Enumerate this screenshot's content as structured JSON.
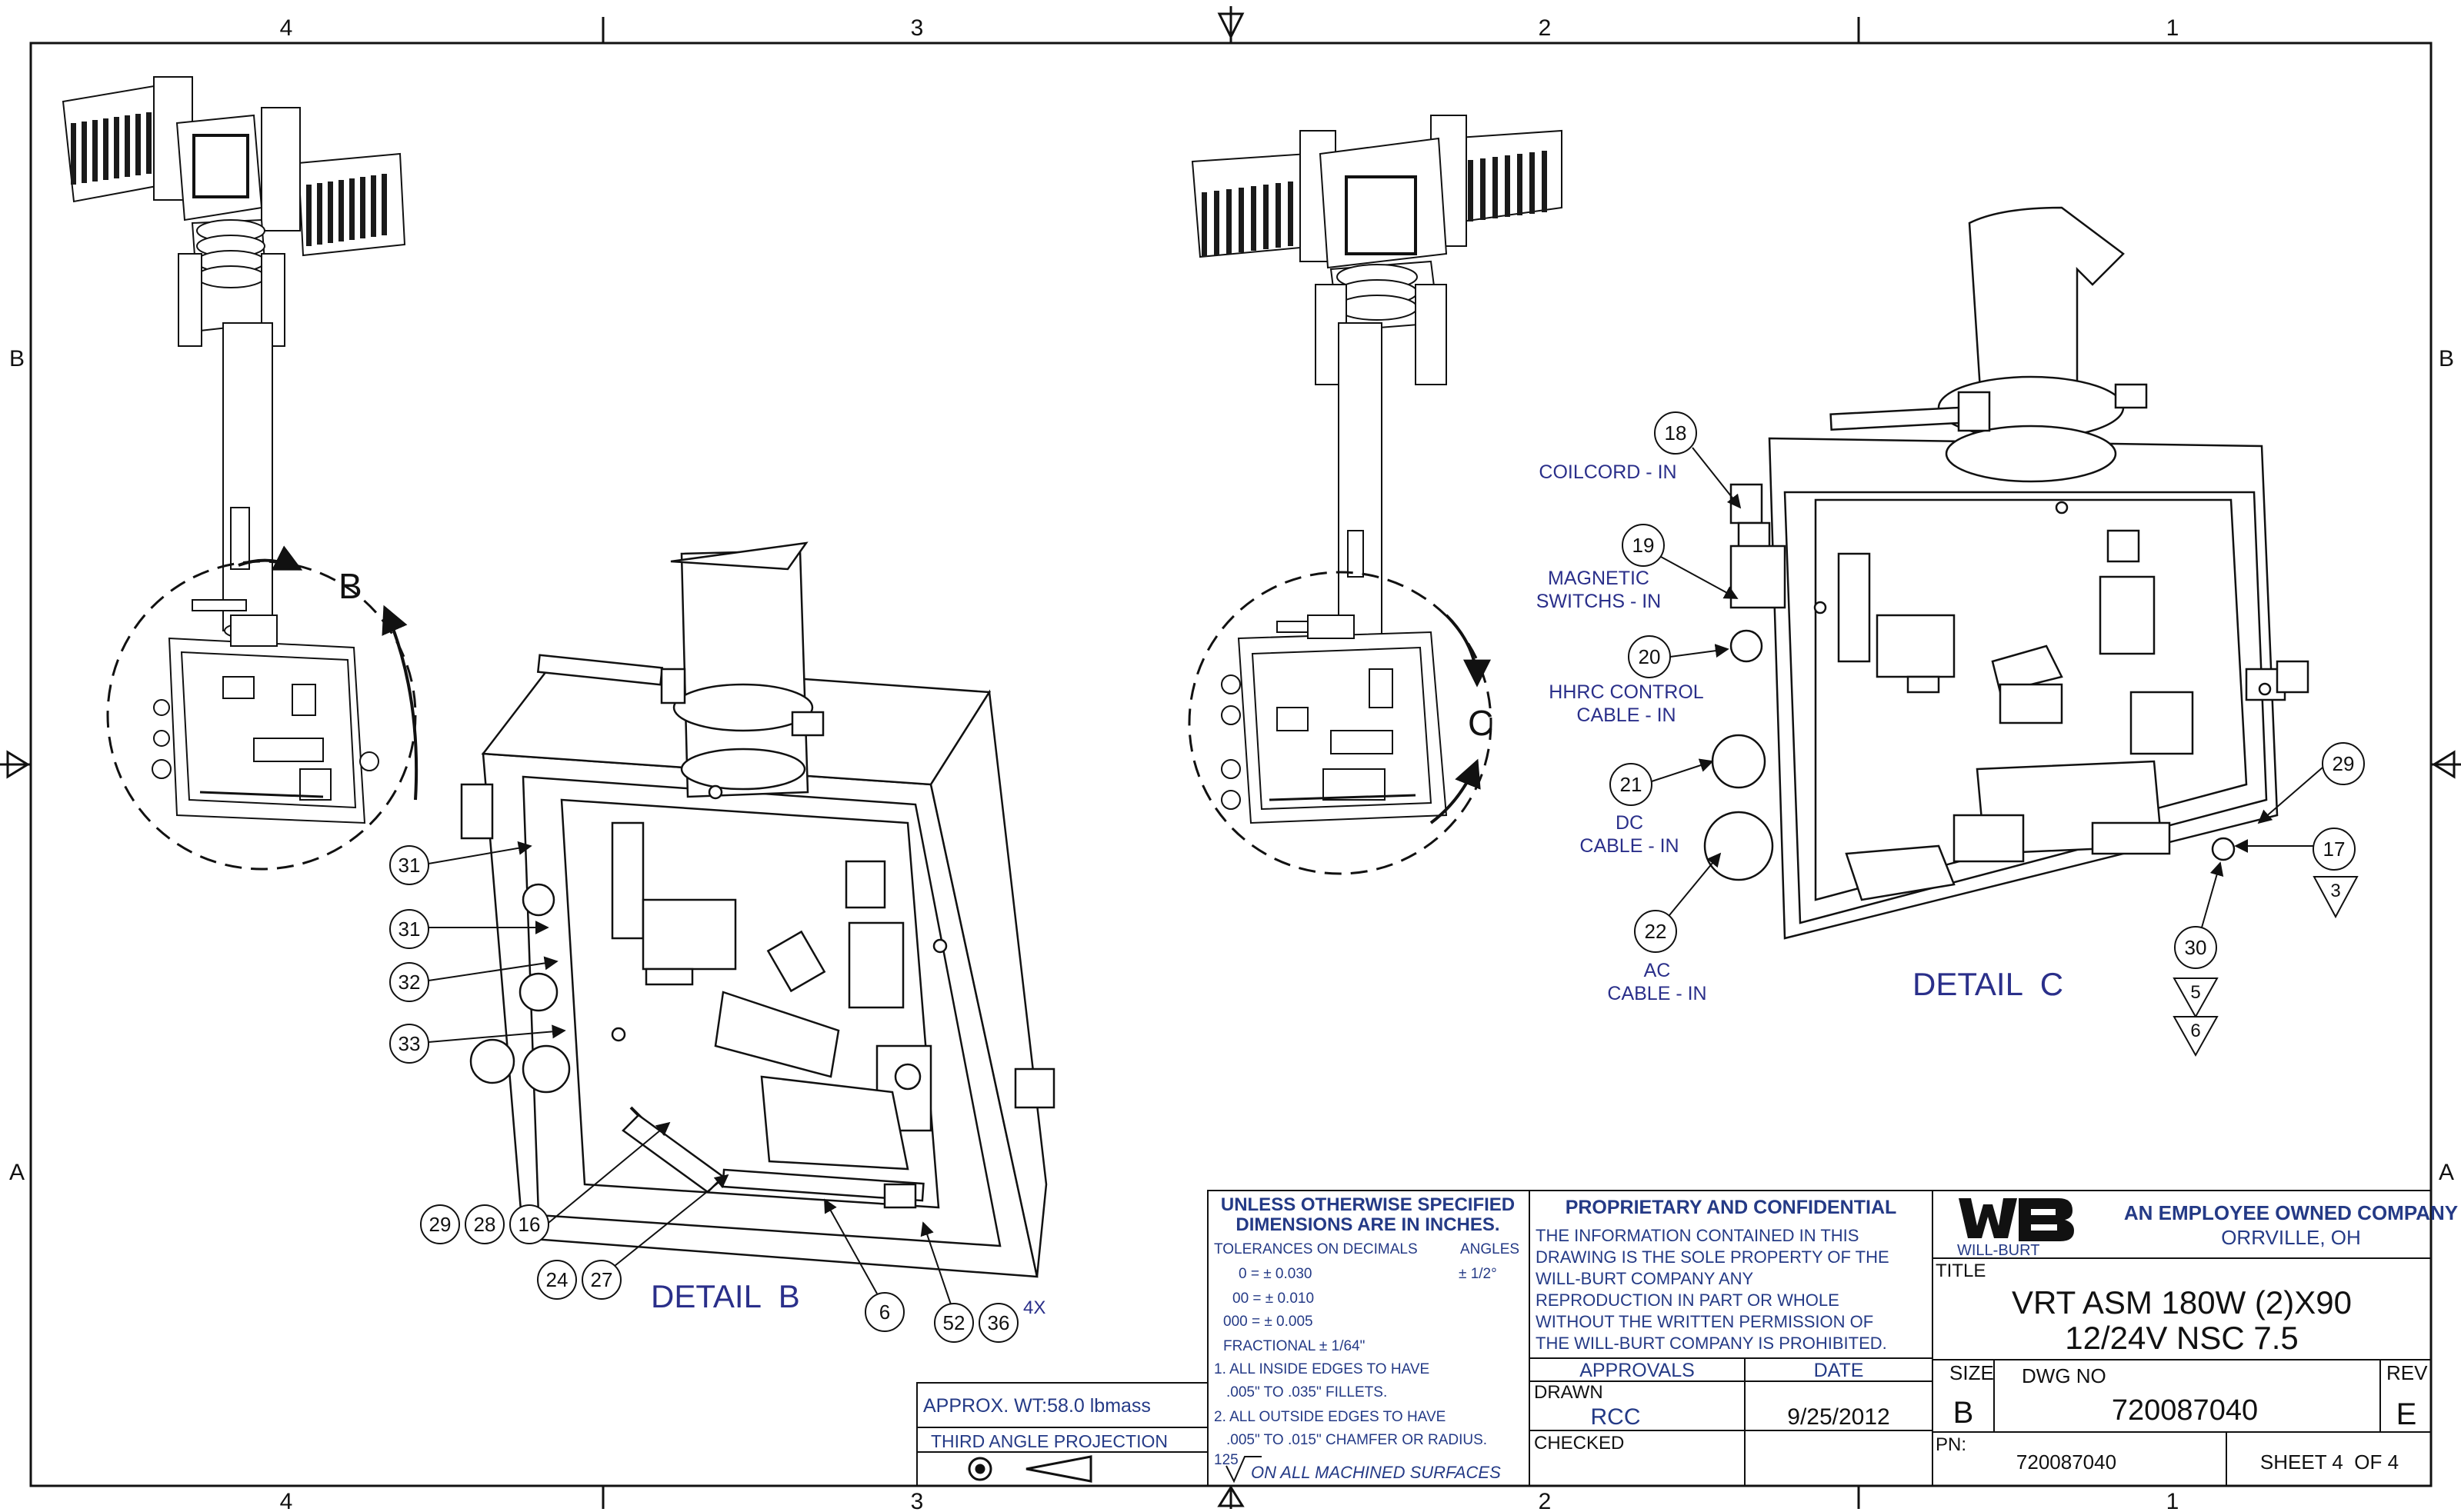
{
  "zones": {
    "columns": [
      "4",
      "3",
      "2",
      "1"
    ],
    "rows": [
      "B",
      "A"
    ]
  },
  "details": {
    "b_label": "DETAIL  B",
    "c_label": "DETAIL  C",
    "b_marker": "B",
    "c_marker": "C"
  },
  "balloons_b": [
    "31",
    "31",
    "32",
    "33",
    "29",
    "28",
    "16",
    "24",
    "27",
    "6",
    "52",
    "36"
  ],
  "balloon_b_qty": "4X",
  "balloons_c": [
    "18",
    "19",
    "20",
    "21",
    "22",
    "29",
    "17",
    "30"
  ],
  "callouts_c": {
    "coilcord": "COILCORD - IN",
    "magnetic_1": "MAGNETIC",
    "magnetic_2": "SWITCHS - IN",
    "hhrc_1": "HHRC CONTROL",
    "hhrc_2": "CABLE - IN",
    "dc_1": "DC",
    "dc_2": "CABLE - IN",
    "ac_1": "AC",
    "ac_2": "CABLE - IN"
  },
  "flags_c": [
    "3",
    "5",
    "6"
  ],
  "weight_box": {
    "weight": "APPROX. WT:58.0 lbmass",
    "projection": "THIRD ANGLE PROJECTION"
  },
  "tolerances": {
    "title_1": "UNLESS OTHERWISE SPECIFIED",
    "title_2": "DIMENSIONS ARE IN INCHES.",
    "decimals_header": "TOLERANCES ON DECIMALS",
    "angles_header": "ANGLES",
    "tol_1": "0 = ± 0.030",
    "tol_angle": "± 1/2°",
    "tol_2": "00 = ± 0.010",
    "tol_3": "000 = ± 0.005",
    "tol_frac": "FRACTIONAL  ± 1/64\"",
    "note_1a": "1. ALL INSIDE EDGES TO HAVE",
    "note_1b": ".005\" TO  .035\" FILLETS.",
    "note_2a": "2. ALL OUTSIDE EDGES TO HAVE",
    "note_2b": ".005\" TO  .015\" CHAMFER OR RADIUS.",
    "finish_value": "125",
    "finish_note": "ON ALL MACHINED SURFACES"
  },
  "proprietary": {
    "title": "PROPRIETARY AND CONFIDENTIAL",
    "lines": [
      "THE INFORMATION CONTAINED IN THIS",
      "DRAWING IS THE SOLE PROPERTY OF THE",
      "WILL-BURT COMPANY ANY",
      "REPRODUCTION   IN PART OR WHOLE",
      "WITHOUT THE WRITTEN PERMISSION OF",
      "THE WILL-BURT COMPANY IS PROHIBITED."
    ]
  },
  "approvals": {
    "approvals_header": "APPROVALS",
    "date_header": "DATE",
    "drawn_label": "DRAWN",
    "drawn_by": "RCC",
    "drawn_date": "9/25/2012",
    "checked_label": "CHECKED"
  },
  "company": {
    "logo_text": "WILL-BURT",
    "tagline": "AN EMPLOYEE OWNED COMPANY",
    "location": "ORRVILLE, OH"
  },
  "title_block": {
    "title_label": "TITLE",
    "title_line_1": "VRT ASM 180W (2)X90",
    "title_line_2": "12/24V NSC 7.5",
    "size_label": "SIZE",
    "size_value": "B",
    "dwg_label": "DWG NO",
    "dwg_value": "720087040",
    "rev_label": "REV",
    "rev_value": "E",
    "pn_label": "PN:",
    "pn_value": "720087040",
    "sheet": "SHEET 4  OF 4"
  },
  "colors": {
    "line": "#111111",
    "annotation_blue": "#2a2f8a",
    "paper": "#ffffff"
  }
}
